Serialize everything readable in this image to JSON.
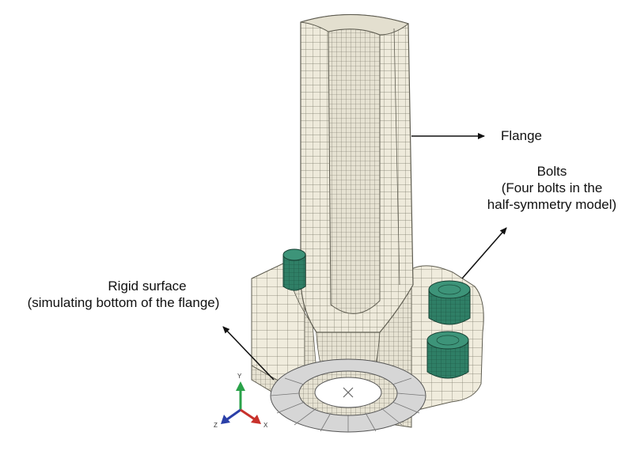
{
  "labels": {
    "flange": "Flange",
    "bolts": {
      "title": "Bolts",
      "line1": "(Four bolts in the",
      "line2": "half-symmetry model)"
    },
    "rigid_surface": {
      "title": "Rigid surface",
      "line1": "(simulating bottom of the flange)"
    }
  },
  "triad": {
    "y": "Y",
    "z": "Z",
    "x": "X"
  },
  "colors": {
    "mesh_fill": "#eeeadb",
    "mesh_line": "#7a7868",
    "bolt_fill": "#2f7f66",
    "rigid_fill": "#d6d6d6",
    "axis_y": "#2aa24a",
    "axis_z": "#2a3fa8",
    "axis_x": "#c8312b"
  }
}
